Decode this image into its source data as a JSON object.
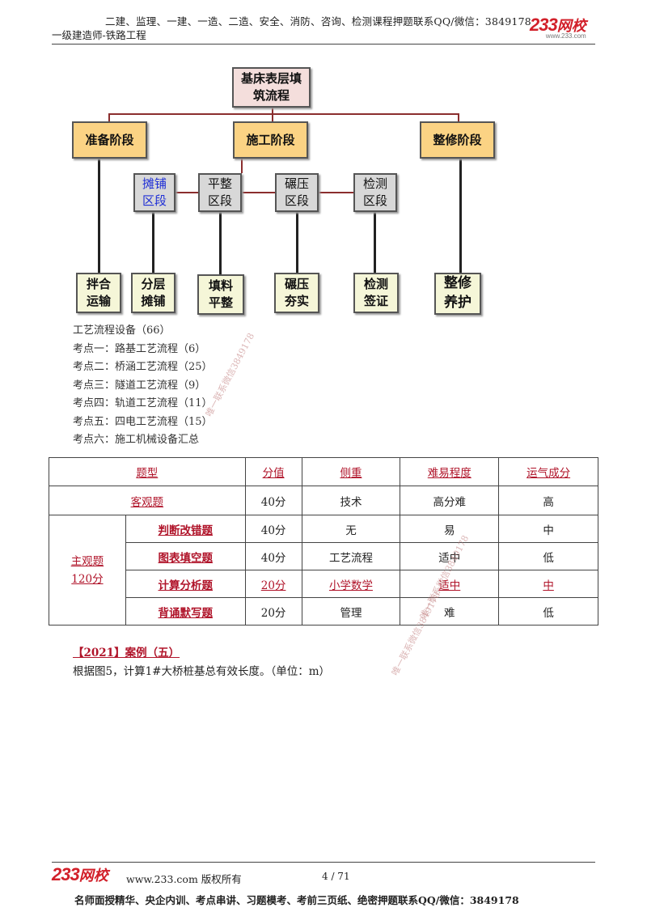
{
  "header": {
    "top_line": "二建、监理、一建、一造、二造、安全、消防、咨询、检测课程押题联系QQ/微信：3849178",
    "subtitle": "一级建造师-铁路工程",
    "logo_num": "233",
    "logo_cn": "网校",
    "logo_url": "www.233.com"
  },
  "flowchart": {
    "root": "基床表层填\n筑流程",
    "stages": [
      "准备阶段",
      "施工阶段",
      "整修阶段"
    ],
    "sections": [
      "摊铺\n区段",
      "平整\n区段",
      "碾压\n区段",
      "检测\n区段"
    ],
    "leaves": [
      "拌合\n运输",
      "分层\n摊铺",
      "填料\n平整",
      "碾压\n夯实",
      "检测\n签证",
      "整修\n养护"
    ]
  },
  "list": [
    "工艺流程设备（66）",
    "考点一：路基工艺流程（6）",
    "考点二：桥涵工艺流程（25）",
    "考点三：隧道工艺流程（9）",
    "考点四：轨道工艺流程（11）",
    "考点五：四电工艺流程（15）",
    "考点六：施工机械设备汇总"
  ],
  "table": {
    "headers": [
      "题型",
      "分值",
      "侧重",
      "难易程度",
      "运气成分"
    ],
    "objective": {
      "type": "客观题",
      "score": "40分",
      "focus": "技术",
      "difficulty": "高分难",
      "luck": "高"
    },
    "subjective_label": "主观题",
    "subjective_score": "120分",
    "subjective_rows": [
      {
        "type": "判断改错题",
        "score": "40分",
        "focus": "无",
        "difficulty": "易",
        "luck": "中"
      },
      {
        "type": "图表填空题",
        "score": "40分",
        "focus": "工艺流程",
        "difficulty": "适中",
        "luck": "低"
      },
      {
        "type": "计算分析题",
        "score": "20分",
        "focus": "小学数学",
        "difficulty": "适中",
        "luck": "中"
      },
      {
        "type": "背诵默写题",
        "score": "20分",
        "focus": "管理",
        "difficulty": "难",
        "luck": "低"
      }
    ]
  },
  "case": {
    "title": "【2021】案例（五）",
    "body": "根据图5，计算1#大桥桩基总有效长度。（单位：m）"
  },
  "watermarks": [
    "唯一联系微信3849178",
    "唯一联系微信3849178",
    "唯一联系微信3849178"
  ],
  "footer": {
    "logo_num": "233",
    "logo_cn": "网校",
    "url_text": "www.233.com 版权所有",
    "page": "4 / 71",
    "bottom_line": "名师面授精华、央企内训、考点串讲、习题模考、考前三页纸、绝密押题联系QQ/微信：3849178"
  }
}
